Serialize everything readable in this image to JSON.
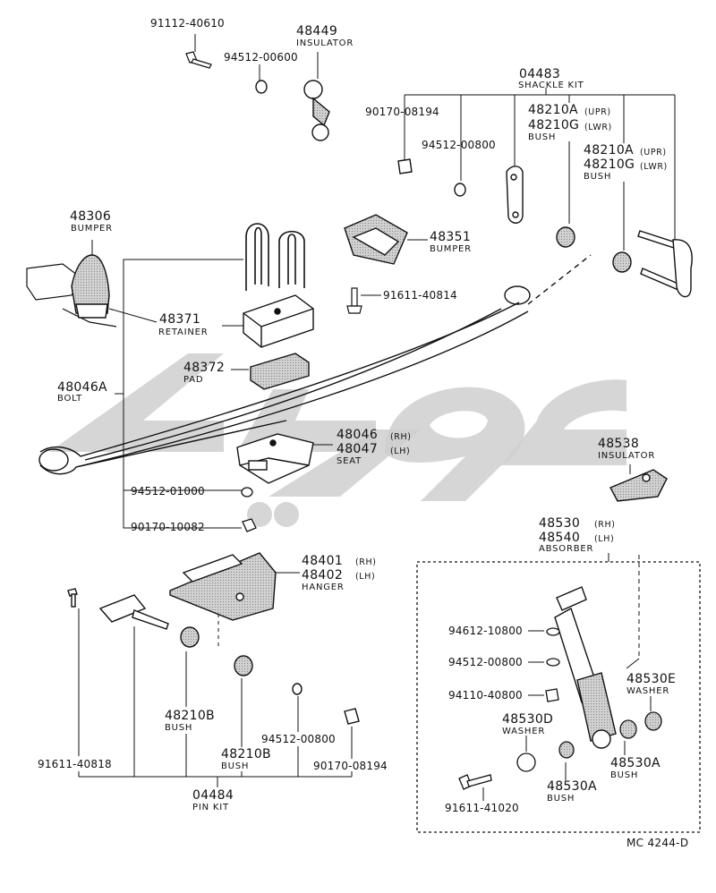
{
  "watermark": "ستاره",
  "reference": "MC 4244-D",
  "labels": {
    "p91112": "91112-40610",
    "p48449": "48449",
    "insulator_top": "INSULATOR",
    "p94512_600": "94512-00600",
    "p04483": "04483",
    "shackle_kit": "SHACKLE KIT",
    "p90170_8194_top": "90170-08194",
    "p48210a_1": "48210A",
    "upr_1": "(UPR)",
    "p48210g_1": "48210G",
    "lwr_1": "(LWR)",
    "bush_1": "BUSH",
    "p94512_800_top": "94512-00800",
    "p48210a_2": "48210A",
    "upr_2": "(UPR)",
    "p48210g_2": "48210G",
    "lwr_2": "(LWR)",
    "bush_2": "BUSH",
    "p48306": "48306",
    "bumper_left": "BUMPER",
    "p48351": "48351",
    "bumper_right": "BUMPER",
    "p91611_40814": "91611-40814",
    "p48371": "48371",
    "retainer": "RETAINER",
    "p48372": "48372",
    "pad": "PAD",
    "p48046a": "48046A",
    "bolt": "BOLT",
    "p48046": "48046",
    "rh_1": "(RH)",
    "p48047": "48047",
    "lh_1": "(LH)",
    "seat": "SEAT",
    "p94512_1000": "94512-01000",
    "p90170_10082": "90170-10082",
    "p48538": "48538",
    "insulator_right": "INSULATOR",
    "p48530": "48530",
    "rh_2": "(RH)",
    "p48540": "48540",
    "lh_2": "(LH)",
    "absorber": "ABSORBER",
    "p48401": "48401",
    "rh_3": "(RH)",
    "p48402": "48402",
    "lh_3": "(LH)",
    "hanger": "HANGER",
    "p94612_10800": "94612-10800",
    "p94512_800_box": "94512-00800",
    "p94110_40800": "94110-40800",
    "p48530e": "48530E",
    "washer_e": "WASHER",
    "p48530d": "48530D",
    "washer_d": "WASHER",
    "p48210b_1": "48210B",
    "bush_b1": "BUSH",
    "p94512_800_bot": "94512-00800",
    "p48210b_2": "48210B",
    "bush_b2": "BUSH",
    "p90170_8194_bot": "90170-08194",
    "p48530a_1": "48530A",
    "bush_a1": "BUSH",
    "p48530a_2": "48530A",
    "bush_a2": "BUSH",
    "p91611_40818": "91611-40818",
    "p04484": "04484",
    "pin_kit": "PIN KIT",
    "p91611_41020": "91611-41020"
  }
}
